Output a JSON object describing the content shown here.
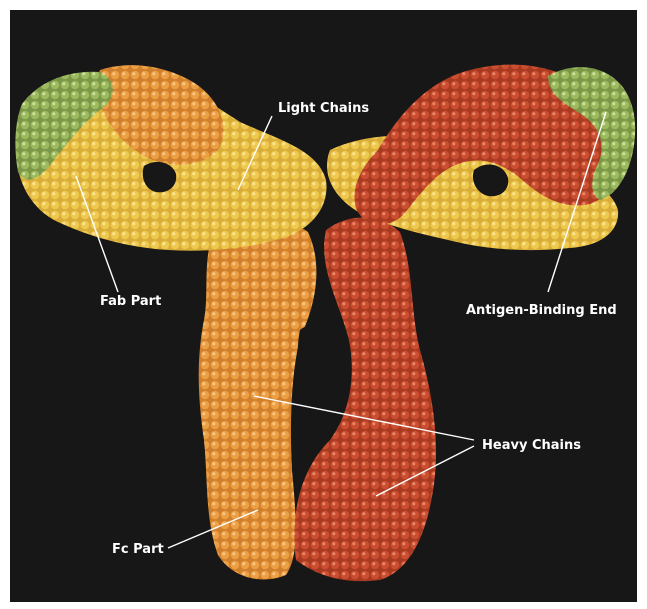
{
  "labels": {
    "light_chains": "Light Chains",
    "fab_part": "Fab Part",
    "antigen_binding_end": "Antigen-Binding End",
    "heavy_chains": "Heavy Chains",
    "fc_part": "Fc Part"
  },
  "colors": {
    "background": "#181818",
    "frame": "#ffffff",
    "light_chain": "#e8c24a",
    "heavy_chain_left": "#e79a3c",
    "heavy_chain_right": "#c9482c",
    "antigen_tip": "#97b45a",
    "label_text": "#ffffff"
  }
}
